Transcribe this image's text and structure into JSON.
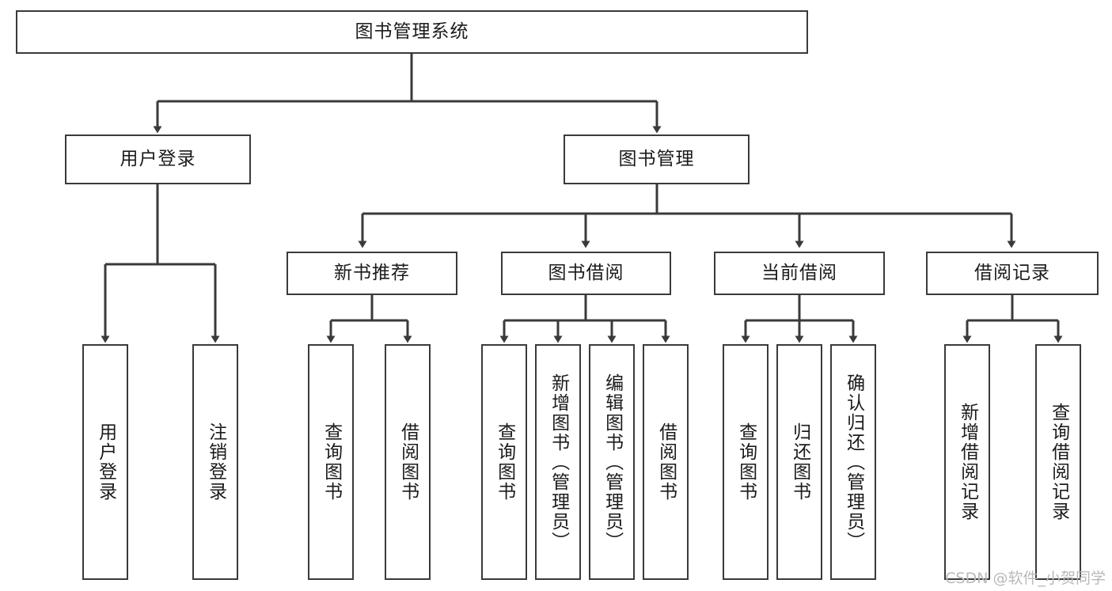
{
  "diagram": {
    "title": "图书管理系统",
    "type": "tree-hierarchy-chart",
    "colors": {
      "box_border": "#3a3a3a",
      "box_fill": "#ffffff",
      "connector": "#3a3a3a",
      "text": "#1b1b1b",
      "watermark": "#b9b9b9",
      "background": "#ffffff"
    },
    "root": {
      "label": "图书管理系统"
    },
    "level2": [
      {
        "label": "用户登录"
      },
      {
        "label": "图书管理"
      }
    ],
    "level3": [
      {
        "label": "新书推荐"
      },
      {
        "label": "图书借阅"
      },
      {
        "label": "当前借阅"
      },
      {
        "label": "借阅记录"
      }
    ],
    "leaves": {
      "user_login": [
        {
          "label": "用户登录"
        },
        {
          "label": "注销登录"
        }
      ],
      "new_book_recommend": [
        {
          "label": "查询图书"
        },
        {
          "label": "借阅图书"
        }
      ],
      "book_borrow": [
        {
          "label": "查询图书"
        },
        {
          "label": "新增图书（管理员）"
        },
        {
          "label": "编辑图书（管理员）"
        },
        {
          "label": "借阅图书"
        }
      ],
      "current_borrow": [
        {
          "label": "查询图书"
        },
        {
          "label": "归还图书"
        },
        {
          "label": "确认归还（管理员）"
        }
      ],
      "borrow_record": [
        {
          "label": "新增借阅记录"
        },
        {
          "label": "查询借阅记录"
        }
      ]
    }
  },
  "watermark": {
    "text": "CSDN @软件_小贺同学"
  }
}
